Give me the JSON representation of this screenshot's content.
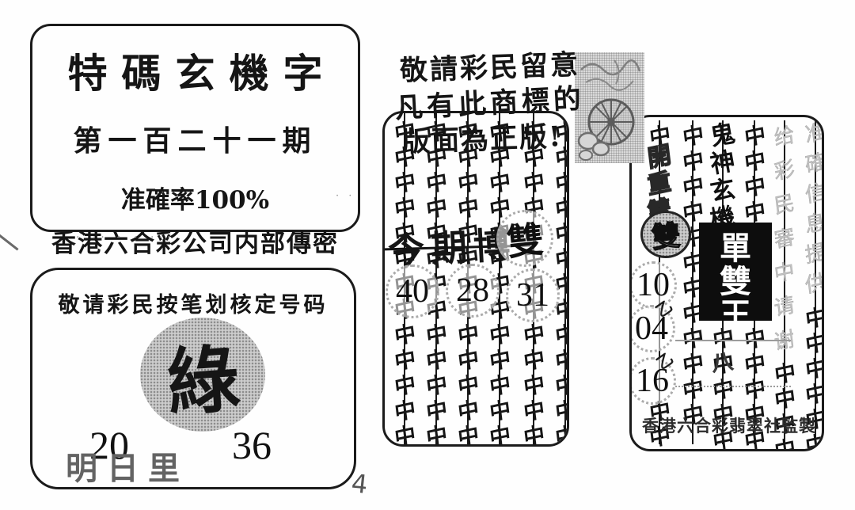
{
  "box1": {
    "title": "特碼玄機字",
    "issue": "第一百二十一期",
    "accuracy": "准確率100%",
    "source": "香港六合彩公司内部傳密"
  },
  "box2": {
    "header": "敬请彩民按笔划核定号码",
    "color_char": "綠",
    "number_left": "20",
    "number_right": "36",
    "footer": "明日里"
  },
  "notice": {
    "line1": "敬請彩民留意",
    "line2": "凡有此商標的",
    "line3": "版面為正版!"
  },
  "stamp": {
    "name": "cart-wheel-trademark-stamp"
  },
  "middle_box": {
    "grid_char": "中",
    "columns": 6,
    "rows": 13,
    "overlay": "今期博",
    "circled": "雙",
    "numbers": [
      "40",
      "28",
      "31"
    ]
  },
  "right_box": {
    "grid_char": "中",
    "top_char": "中",
    "hollow_vertical": [
      "開",
      "重",
      "雙"
    ],
    "circled": "雙",
    "numbers": [
      "10",
      "04",
      "16"
    ],
    "overlay_vertical": [
      "鬼",
      "神",
      "玄",
      "機"
    ],
    "black_panel": [
      "單",
      "雙",
      "王"
    ],
    "sub_char": "八",
    "watermark_a": [
      "给",
      "彩",
      "民",
      "審",
      "中",
      "请",
      "谢"
    ],
    "watermark_b": [
      "准",
      "確",
      "信",
      "息",
      "提",
      "供"
    ],
    "footer": "香港六合彩翡翠社監製"
  },
  "artifacts": {
    "page_mark": "4",
    "dots_a": "· ·· ·  · ···",
    "dots_b": "· ·",
    "squiggle": "乙"
  },
  "colors": {
    "ink": "#161616",
    "halftone_gray": "#cdcdcd",
    "watermark_gray": "#c2c2c2",
    "panel_bg": "#0d0d0d",
    "panel_text": "#ffffff"
  }
}
